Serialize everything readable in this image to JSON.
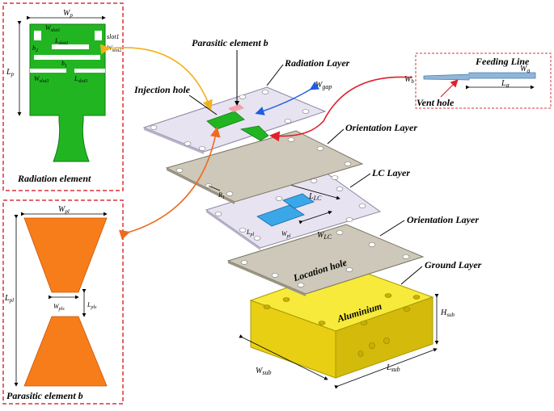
{
  "panels": {
    "radiation": {
      "caption": "Radiation element",
      "Wp": "W",
      "Wp_sub": "p",
      "Lp": "L",
      "Lp_sub": "p",
      "Wslot1": "W",
      "Wslot1_sub": "slot1",
      "Lslot2": "L",
      "Lslot2_sub": "slot2",
      "slot1": "slot1",
      "h2": "h",
      "h2_sub": "2",
      "Wslot2": "W",
      "Wslot2_sub": "slot2",
      "h1": "h",
      "h1_sub": "1",
      "Wslot3": "W",
      "Wslot3_sub": "slot3",
      "Lslot3": "L",
      "Lslot3_sub": "slot3"
    },
    "parasitic": {
      "caption": "Parasitic element  b",
      "Wpl": "W",
      "Wpl_sub": "pl",
      "Lpl": "L",
      "Lpl_sub": "pl",
      "Wpls": "W",
      "Wpls_sub": "pls",
      "Lpls": "L",
      "Lpls_sub": "pls"
    },
    "feeding": {
      "title": "Feeding Line",
      "Wa": "W",
      "Wa_sub": "a",
      "Wb": "W",
      "Wb_sub": "b",
      "La": "L",
      "La_sub": "a",
      "vent": "Vent hole"
    }
  },
  "labels": {
    "parasitic_b": "Parasitic element  b",
    "radiation_layer": "Radiation Layer",
    "wgap": "W",
    "wgap_sub": "gap",
    "injection_hole": "Injection hole",
    "orientation_layer_1": "Orientation Layer",
    "lc_layer": "LC Layer",
    "r1": "R",
    "r1_sub": "1",
    "llc": "L",
    "llc_sub": "LC",
    "wlc": "W",
    "wlc_sub": "LC",
    "lpl_c": "L",
    "lpl_c_sub": "pl",
    "wpl_c": "W",
    "wpl_c_sub": "pl",
    "orientation_layer_2": "Orientation Layer",
    "location_hole": "Location hole",
    "ground_layer": "Ground Layer",
    "aluminium": "Aluminium",
    "hsub": "H",
    "hsub_sub": "sub",
    "wsub": "W",
    "wsub_sub": "sub",
    "lsub": "L",
    "lsub_sub": "sub"
  },
  "colors": {
    "panel_border": "#d9343c",
    "patch_green": "#22b522",
    "parasitic_orange": "#f77d1a",
    "layer_lavender": "#e7e3f1",
    "layer_grey": "#cdc8b9",
    "aluminium_yellow": "#f3e11c",
    "lc_blue": "#3aa7e8",
    "arrow_yellow": "#f0b21d",
    "arrow_blue": "#1e5de0",
    "arrow_red": "#e0202a",
    "arrow_orange": "#ef6a1e"
  }
}
